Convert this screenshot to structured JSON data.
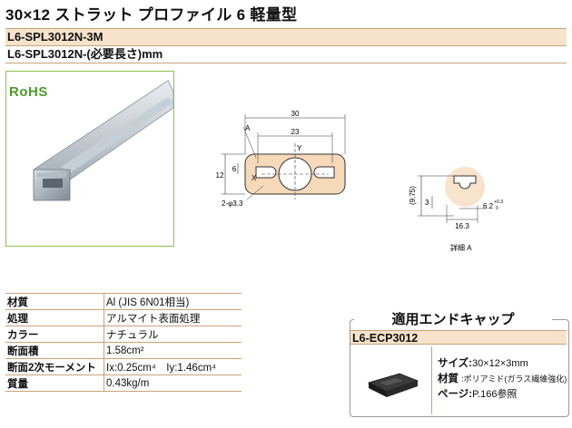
{
  "header": {
    "title": "30×12 ストラット プロファイル 6 軽量型"
  },
  "part_numbers": [
    "L6-SPL3012N-3M",
    "L6-SPL3012N-(必要長さ)mm"
  ],
  "photo": {
    "badge": "RoHS"
  },
  "drawing": {
    "label_a": "A",
    "label_x": "X",
    "label_y": "Y",
    "dim_30": "30",
    "dim_23": "23",
    "dim_12": "12",
    "dim_6": "6",
    "hole": "2-φ3.3",
    "detail_dim_3": "3",
    "detail_dim_975": "(9.75)",
    "detail_dim_163": "16.3",
    "detail_dim_62": "6.2",
    "detail_tol_plus": "+0.3",
    "detail_tol_zero": "0",
    "detail_caption": "詳細 A"
  },
  "specs": [
    {
      "key": "材質",
      "value": "Al (JIS 6N01相当)"
    },
    {
      "key": "処理",
      "value": "アルマイト表面処理"
    },
    {
      "key": "カラー",
      "value": "ナチュラル"
    },
    {
      "key": "断面積",
      "value": "1.58cm²"
    },
    {
      "key": "断面2次モーメント",
      "value": "Ix:0.25cm⁴　Iy:1.46cm⁴"
    },
    {
      "key": "質量",
      "value": "0.43kg/m"
    }
  ],
  "end_cap": {
    "title": "適用エンドキャップ",
    "part_number": "L6-ECP3012",
    "size_label": "サイズ:",
    "size_value": "30×12×3mm",
    "material_label": "材質",
    "material_value": ":ポリアミド(ガラス繊維強化)",
    "page_label": "ページ:",
    "page_value": "P.166参照"
  },
  "colors": {
    "accent_fill": "#f7e3cc",
    "rule": "#c9a37a",
    "rohs_green": "#4b9a2a",
    "profile_fill": "#f5d9b8"
  }
}
